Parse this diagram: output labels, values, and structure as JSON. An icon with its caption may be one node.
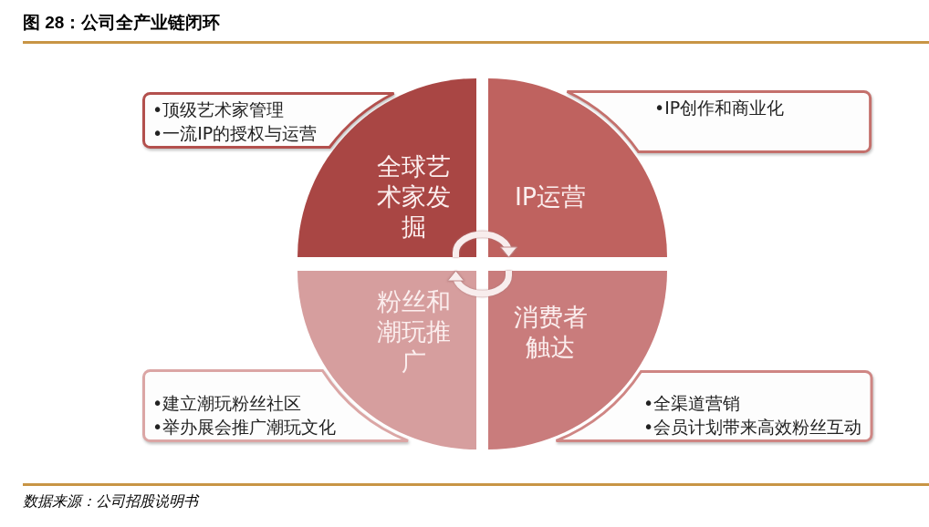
{
  "diagram": {
    "title": "图 28：公司全产业链闭环",
    "caption": "数据来源：公司招股说明书",
    "nodes": [
      {
        "text": [
          "•顶级艺术家管理",
          "•一流IP的授权与运营"
        ]
      },
      {
        "text": [
          "•IP创作和商业化"
        ]
      },
      {
        "text": [
          "全球艺术家发掘"
        ]
      },
      {
        "text": [
          "IP运营"
        ]
      },
      {
        "text": [
          "粉丝和潮玩推广"
        ]
      },
      {
        "text": [
          "消费者触达"
        ]
      },
      {
        "text": [
          "•建立潮玩粉丝社区",
          "•举办展会推广潮玩文化"
        ]
      },
      {
        "text": [
          "•全渠道营销",
          "•会员计划带来高效粉丝互动"
        ]
      }
    ],
    "edges": [
      {
        "from": 2,
        "to": 3,
        "arrow": "to"
      },
      {
        "from": 5,
        "to": 4,
        "arrow": "to"
      }
    ]
  }
}
